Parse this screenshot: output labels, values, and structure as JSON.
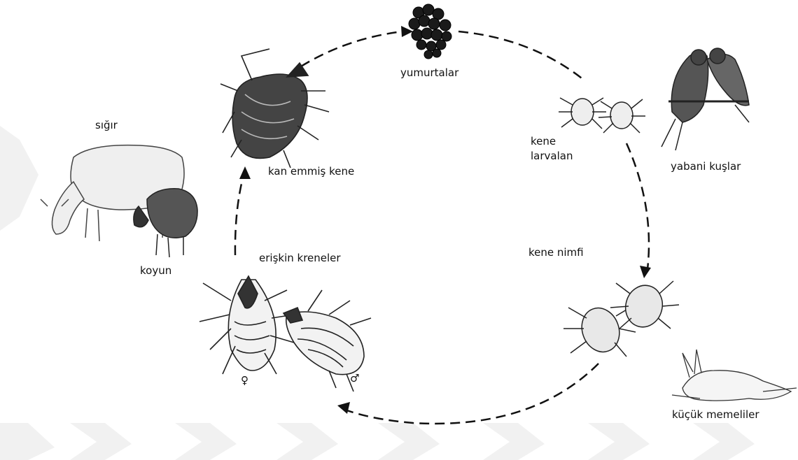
{
  "diagram": {
    "labels": {
      "eggs": "yumurtalar",
      "larvae_line1": "kene",
      "larvae_line2": "larvalan",
      "wild_birds": "yabani kuşlar",
      "nymph": "kene nimfi",
      "small_mammals": "küçük memeliler",
      "adults": "erişkin kreneler",
      "engorged": "kan emmiş kene",
      "cattle": "sığır",
      "sheep": "koyun"
    },
    "sex_symbols": {
      "female": "♀",
      "male": "♂"
    },
    "colors": {
      "ink": "#111111",
      "watermark": "#f1f1f1",
      "background": "#ffffff"
    },
    "icons": [
      "egg-cluster-icon",
      "larva-tick-icon",
      "nymph-tick-icon",
      "adult-tick-icon",
      "engorged-tick-icon",
      "birds-icon",
      "rabbit-icon",
      "cow-icon",
      "sheep-icon"
    ]
  }
}
